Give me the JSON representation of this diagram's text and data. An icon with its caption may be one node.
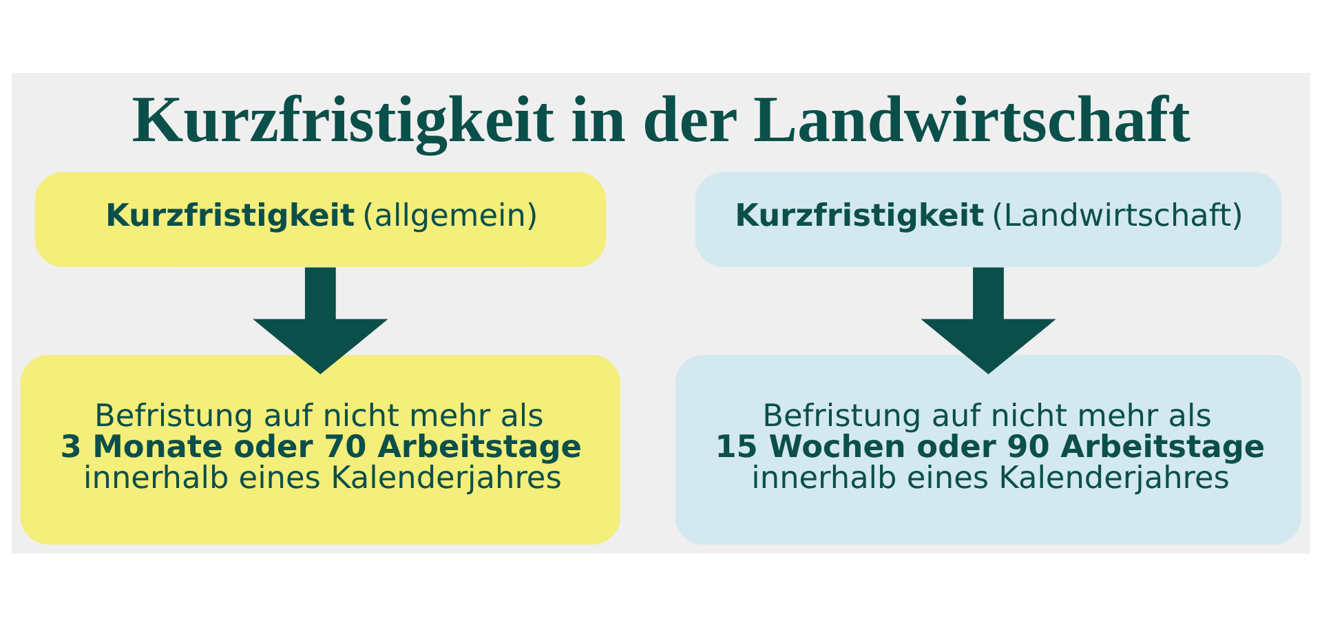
{
  "diagram": {
    "title": "Kurzfristigkeit in der Landwirtschaft",
    "nodes": [
      {
        "text": [
          "**Kurzfristigkeit** (allgemein)"
        ]
      },
      {
        "text": [
          "Befristung auf nicht mehr als **3 Monate oder 70 Arbeitstage** innerhalb eines Kalenderjahres"
        ]
      },
      {
        "text": [
          "**Kurzfristigkeit** (Landwirtschaft)"
        ]
      },
      {
        "text": [
          "Befristung auf nicht mehr als **15 Wochen oder 90 Arbeitstage** innerhalb eines Kalenderjahres"
        ]
      }
    ],
    "edges": [
      {
        "from": 0,
        "to": 1,
        "arrow": "to"
      },
      {
        "from": 2,
        "to": 3,
        "arrow": "to"
      }
    ]
  }
}
